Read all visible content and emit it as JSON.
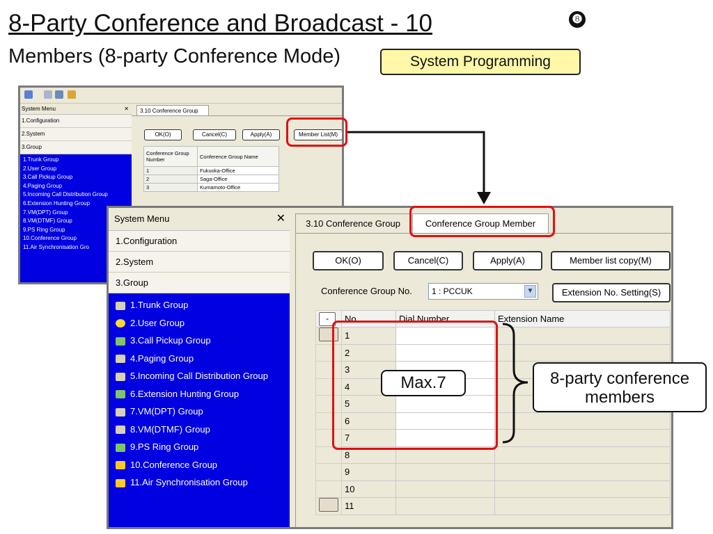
{
  "slide": {
    "title": "8-Party Conference and Broadcast - 10",
    "subtitle": "Members (8-party Conference Mode)",
    "marker": "❽",
    "badge": "System Programming"
  },
  "back_window": {
    "system_menu_title": "System Menu",
    "close_glyph": "✕",
    "categories": [
      "1.Configuration",
      "2.System",
      "3.Group"
    ],
    "group_items": [
      "1.Trunk Group",
      "2.User Group",
      "3.Call Pickup Group",
      "4.Paging Group",
      "5.Incoming Call Distribution Group",
      "6.Extension Hunting Group",
      "7.VM(DPT) Group",
      "8.VM(DTMF) Group",
      "9.PS Ring Group",
      "10.Conference Group",
      "11.Air Synchronisation Gro"
    ],
    "tab_label": "3.10 Conference Group",
    "ok_label": "OK(O)",
    "cancel_label": "Cancel(C)",
    "apply_label": "Apply(A)",
    "member_list_label": "Member List(M)",
    "table_headers": [
      "Conference Group Number",
      "Conference Group Name"
    ],
    "table_rows": [
      [
        "1",
        "Fukuoka-Office"
      ],
      [
        "2",
        "Saga-Office"
      ],
      [
        "3",
        "Kumamoto-Office"
      ]
    ]
  },
  "front_window": {
    "system_menu_title": "System Menu",
    "close_glyph": "✕",
    "categories": [
      "1.Configuration",
      "2.System",
      "3.Group"
    ],
    "group_items": [
      {
        "label": "1.Trunk Group",
        "icon": "folder-icon"
      },
      {
        "label": "2.User Group",
        "icon": "user-group-icon"
      },
      {
        "label": "3.Call Pickup Group",
        "icon": "call-pickup-icon"
      },
      {
        "label": "4.Paging Group",
        "icon": "paging-icon"
      },
      {
        "label": "5.Incoming Call Distribution Group",
        "icon": "folder-icon"
      },
      {
        "label": "6.Extension Hunting Group",
        "icon": "hunting-icon"
      },
      {
        "label": "7.VM(DPT) Group",
        "icon": "folder-icon"
      },
      {
        "label": "8.VM(DTMF) Group",
        "icon": "folder-icon"
      },
      {
        "label": "9.PS Ring Group",
        "icon": "ps-ring-icon"
      },
      {
        "label": "10.Conference Group",
        "icon": "conference-icon"
      },
      {
        "label": "11.Air Synchronisation Group",
        "icon": "conference-icon"
      }
    ],
    "tabs": [
      "3.10 Conference Group",
      "Conference Group Member"
    ],
    "ok_label": "OK(O)",
    "cancel_label": "Cancel(C)",
    "apply_label": "Apply(A)",
    "member_copy_label": "Member list copy(M)",
    "group_no_label": "Conference Group No.",
    "group_no_value": "1 : PCCUK",
    "extension_setting_label": "Extension No. Setting(S)",
    "grid_headers": [
      "-",
      "No.",
      "Dial Number",
      "Extension Name"
    ],
    "grid_rows": [
      "1",
      "2",
      "3",
      "4",
      "5",
      "6",
      "7",
      "8",
      "9",
      "10",
      "11"
    ]
  },
  "annotations": {
    "max_label": "Max.7",
    "members_label": "8-party conference members"
  },
  "colors": {
    "highlight": "#e01010",
    "menu_blue": "#0000e0",
    "badge_fill": "#fff8a8"
  }
}
